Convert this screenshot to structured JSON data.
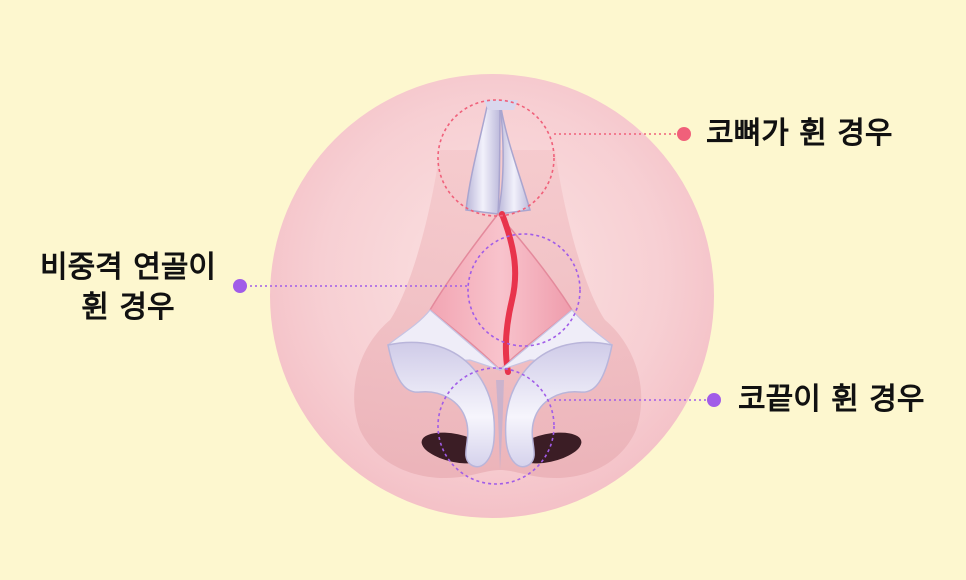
{
  "labels": {
    "nasal_bone": "코뼈가 휜 경우",
    "septum_line1": "비중격 연골이",
    "septum_line2": "휜 경우",
    "tip": "코끝이 휜 경우"
  },
  "colors": {
    "background": "#fdf7cf",
    "circle": "#f8cfd2",
    "nasal_bone_accent": "#f0607a",
    "purple_accent": "#a15ce8",
    "septum_red": "#e8344c",
    "cartilage": "#e6e4f4"
  }
}
